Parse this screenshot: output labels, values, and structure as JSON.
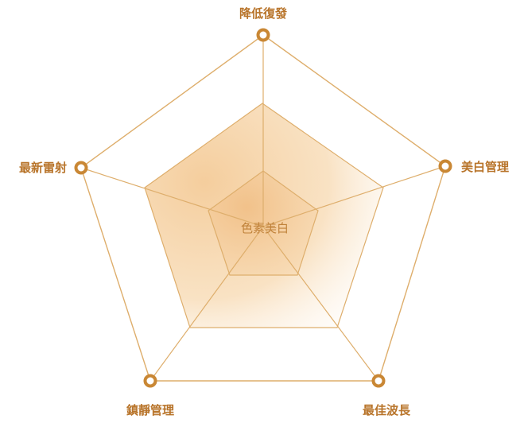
{
  "center": {
    "label": "色素美白"
  },
  "vertices": [
    {
      "label": "降低復發"
    },
    {
      "label": "美白管理"
    },
    {
      "label": "最佳波長"
    },
    {
      "label": "鎮靜管理"
    },
    {
      "label": "最新雷射"
    }
  ],
  "colors": {
    "line": "#deae6c",
    "accent": "#c98734",
    "text": "#b8742a",
    "fill_mid": "#f7d9b2",
    "fill_inner": "#f6cd9c"
  }
}
